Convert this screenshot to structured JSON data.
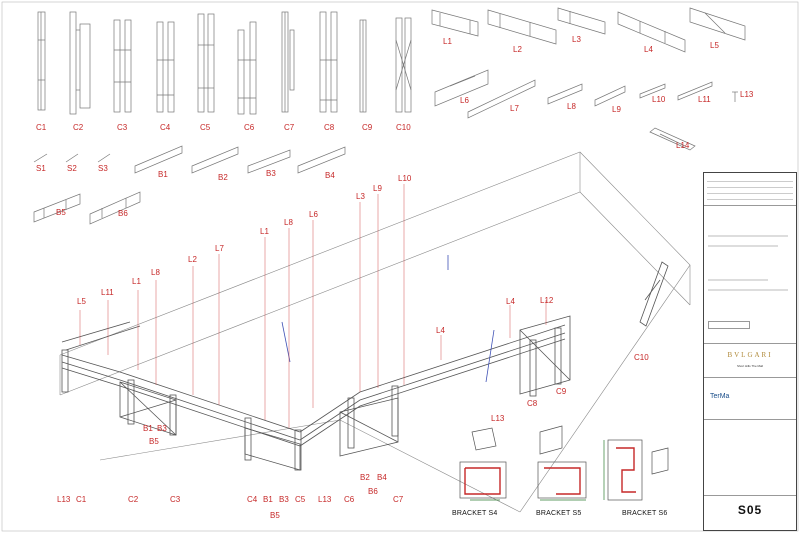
{
  "column_labels": [
    "C1",
    "C2",
    "C3",
    "C4",
    "C5",
    "C6",
    "C7",
    "C8",
    "C9",
    "C10"
  ],
  "long_labels": [
    "L1",
    "L2",
    "L3",
    "L4",
    "L5",
    "L6",
    "L7",
    "L8",
    "L9",
    "L10",
    "L11",
    "L13",
    "L14"
  ],
  "short_labels": [
    "S1",
    "S2",
    "S3"
  ],
  "beam_labels": [
    "B1",
    "B2",
    "B3",
    "B4",
    "B5",
    "B6"
  ],
  "assembly_labels": {
    "L1": "L1",
    "L2": "L2",
    "L3": "L3",
    "L4": "L4",
    "L5": "L5",
    "L6": "L6",
    "L7": "L7",
    "L8": "L8",
    "L9": "L9",
    "L10": "L10",
    "L11": "L11",
    "L12": "L12",
    "L13": "L13",
    "C1": "C1",
    "C2": "C2",
    "C3": "C3",
    "C4": "C4",
    "C5": "C5",
    "C6": "C6",
    "C7": "C7",
    "C8": "C8",
    "C9": "C9",
    "C10": "C10",
    "B1": "B1",
    "B2": "B2",
    "B3": "B3",
    "B4": "B4",
    "B5": "B5",
    "B6": "B6"
  },
  "brackets": [
    "BRACKET S4",
    "BRACKET S5",
    "BRACKET S6"
  ],
  "title_block": {
    "client": "BVLGARI",
    "client_sub": "Short Hills The Mall",
    "company": "TerMa",
    "sheet": "S05"
  },
  "colors": {
    "label": "#c62828",
    "line": "#9a9a9a",
    "frame": "#555555",
    "accent_blue": "#3f51b5"
  }
}
